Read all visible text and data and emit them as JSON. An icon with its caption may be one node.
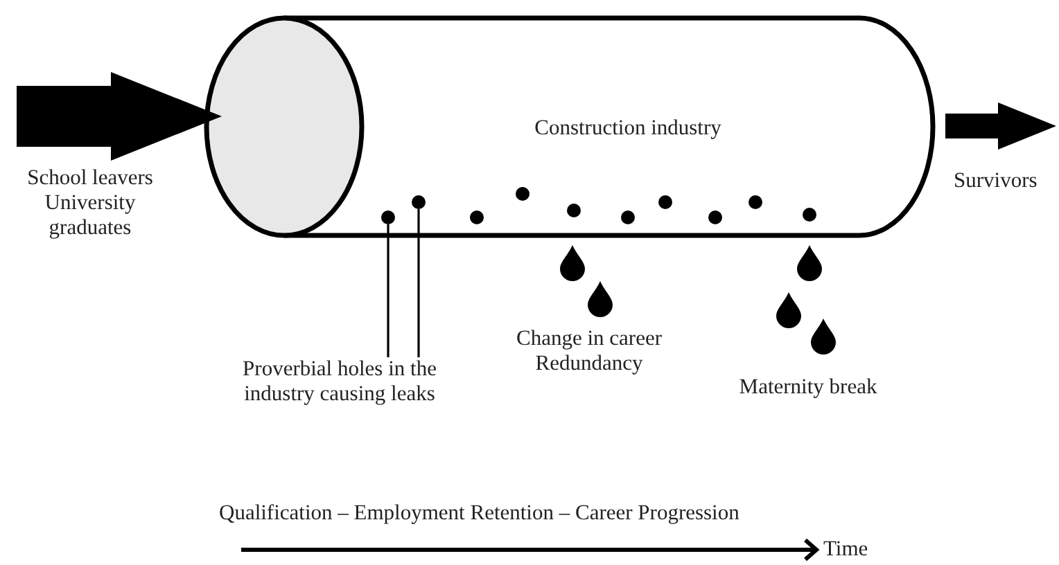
{
  "diagram": {
    "nodes": [
      {
        "text": [
          "Construction industry"
        ]
      },
      {
        "text": [],
        "shape": "circle",
        "in": 0
      },
      {
        "text": [],
        "shape": "circle",
        "in": 0
      },
      {
        "text": [
          "Proverbial holes in the industry causing leaks"
        ]
      }
    ],
    "edges": [
      {
        "from": null,
        "to": 0,
        "arrow": "to",
        "style": "thick"
      },
      {
        "from": 0,
        "to": null,
        "arrow": "to",
        "style": "thick"
      },
      {
        "from": 3,
        "to": 1,
        "arrow": "none"
      },
      {
        "from": 3,
        "to": 2,
        "arrow": "none"
      }
    ],
    "labels": [
      "School leavers",
      "University graduates",
      "Survivors",
      "Change in career",
      "Redundancy",
      "Maternity break",
      "Qualification – Employment Retention – Career Progression",
      "Time"
    ]
  }
}
